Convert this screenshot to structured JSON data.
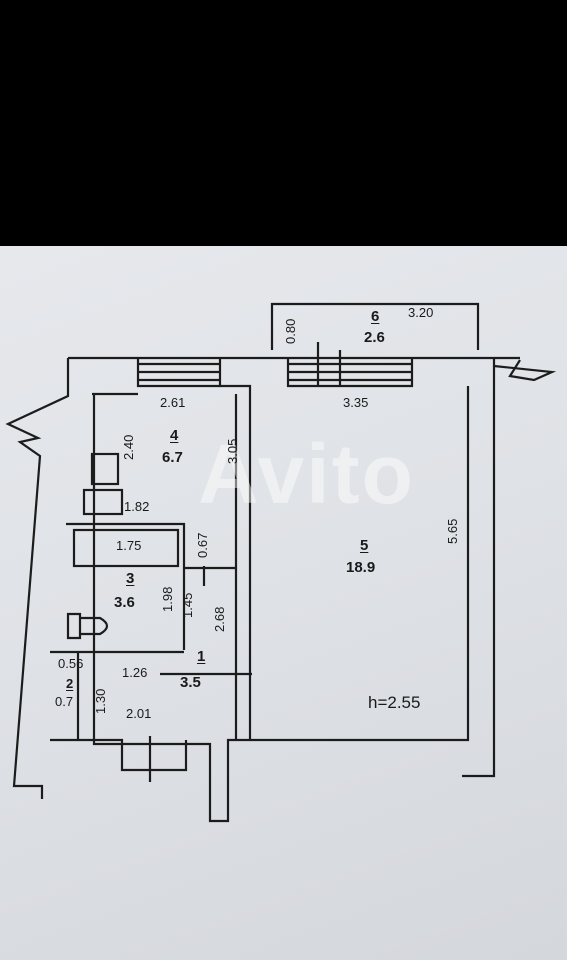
{
  "watermark": "Avito",
  "rooms": [
    {
      "number": "1",
      "area": "3.5"
    },
    {
      "number": "2",
      "area": "0.7"
    },
    {
      "number": "3",
      "area": "3.6"
    },
    {
      "number": "4",
      "area": "6.7"
    },
    {
      "number": "5",
      "area": "18.9"
    },
    {
      "number": "6",
      "area": "2.6"
    }
  ],
  "dimensions": {
    "balcony_depth": "0.80",
    "balcony_width": "3.20",
    "kitchen_width": "2.61",
    "kitchen_depth": "2.40",
    "kitchen_length": "3.05",
    "room_width": "3.35",
    "room_length": "5.65",
    "counter": "1.82",
    "bathtub": "1.75",
    "bath_width": "1.98",
    "bath_length": "1.45",
    "bath_door": "0.67",
    "hall_length": "2.68",
    "closet_width": "0.56",
    "closet_length": "1.30",
    "hall_width": "1.26",
    "entry_width": "2.01"
  },
  "ceiling_height": "h=2.55"
}
